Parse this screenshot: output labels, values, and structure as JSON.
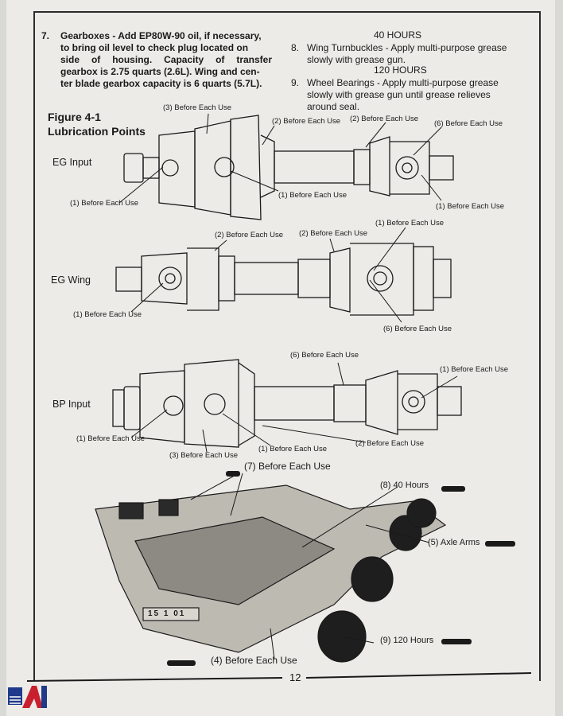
{
  "instructions": {
    "item7": {
      "number": "7.",
      "heading": "Gearboxes - Add EP80W-90 oil, if necessary,",
      "lines": [
        "to bring oil level to check plug located on",
        "side of housing. Capacity of transfer",
        "gearbox is 2.75 quarts (2.6L). Wing and cen-",
        "ter blade gearbox capacity is 6 quarts (5.7L)."
      ]
    },
    "hours40": "40 HOURS",
    "item8": {
      "number": "8.",
      "lines": [
        "Wing Turnbuckles - Apply multi-purpose grease",
        "slowly with grease gun."
      ]
    },
    "hours120": "120 HOURS",
    "item9": {
      "number": "9.",
      "lines": [
        "Wheel Bearings - Apply multi-purpose grease",
        "slowly with grease gun until grease relieves",
        "around seal."
      ]
    }
  },
  "figure": {
    "title_line1": "Figure 4-1",
    "title_line2": "Lubrication Points"
  },
  "eg_input": {
    "label": "EG Input",
    "callouts": {
      "top_left": "(3) Before Each Use",
      "mid": "(2) Before Each Use",
      "right_a": "(2) Before Each Use",
      "right_b": "(6) Before Each Use",
      "bottom_left": "(1) Before Each Use",
      "bottom_mid": "(1) Before Each Use",
      "bottom_right": "(1) Before Each Use"
    }
  },
  "eg_wing": {
    "label": "EG Wing",
    "callouts": {
      "top_a": "(2) Before Each Use",
      "top_b": "(2) Before Each Use",
      "top_c": "(1) Before Each Use",
      "bottom_left": "(1) Before Each Use",
      "bottom_right": "(6) Before Each Use"
    }
  },
  "bp_input": {
    "label": "BP Input",
    "callouts": {
      "top": "(6) Before Each Use",
      "right": "(1) Before Each Use",
      "bottom_left": "(1) Before Each Use",
      "bottom_a": "(3) Before Each Use",
      "bottom_b": "(1) Before Each Use",
      "bottom_c": "(2) Before Each Use"
    }
  },
  "mower": {
    "callouts": {
      "top": "(7) Before Each Use",
      "hours40": "(8) 40 Hours",
      "axle": "(5) Axle Arms",
      "hours120": "(9) 120 Hours",
      "bottom": "(4) Before Each Use"
    },
    "decal": "15 1 01"
  },
  "page_number": "12",
  "colors": {
    "paper": "#ecebe7",
    "ink": "#1a1a1a",
    "logo_blue": "#1f3a8a",
    "logo_red": "#c8202f"
  }
}
